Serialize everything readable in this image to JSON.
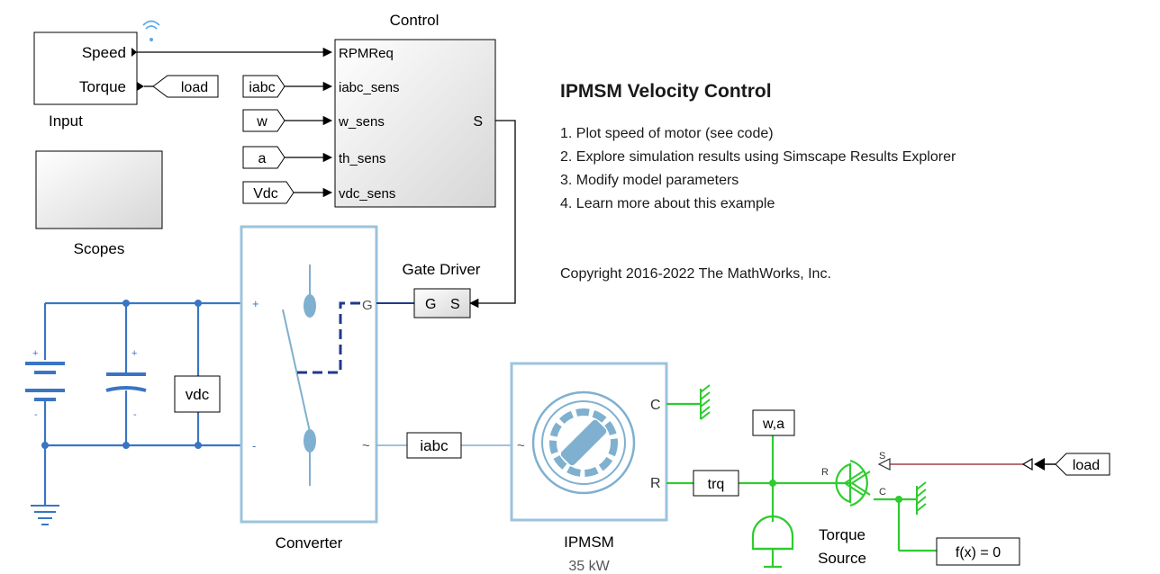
{
  "model": {
    "blocks": {
      "input": {
        "ports": [
          "Speed",
          "Torque"
        ],
        "label": "Input"
      },
      "control": {
        "title": "Control",
        "inports": [
          "RPMReq",
          "iabc_sens",
          "w_sens",
          "th_sens",
          "vdc_sens"
        ],
        "outport": "S"
      },
      "scopes": {
        "label": "Scopes"
      },
      "converter": {
        "label": "Converter",
        "port_g": "G",
        "port_ac": "~"
      },
      "gate_driver": {
        "label": "Gate Driver",
        "port_g": "G",
        "port_s": "S"
      },
      "ipmsm": {
        "label": "IPMSM",
        "rating": "35 kW",
        "port_c": "C",
        "port_r": "R",
        "port_ac": "~"
      },
      "torque_source": {
        "label_line1": "Torque",
        "label_line2": "Source",
        "port_s": "S",
        "port_c": "C",
        "port_r": "R"
      },
      "solver": {
        "label": "f(x) = 0"
      },
      "battery": {
        "plus": "+",
        "minus": "-"
      },
      "capacitor": {
        "plus": "+",
        "minus": "-"
      },
      "converter_dc": {
        "plus": "+",
        "minus": "-"
      }
    },
    "tags": {
      "goto_load": "load",
      "from_iabc": "iabc",
      "from_w": "w",
      "from_a": "a",
      "from_vdc": "Vdc",
      "from_load": "load",
      "sensor_vdc": "vdc",
      "sensor_iabc": "iabc",
      "sensor_wa": "w,a",
      "sensor_trq": "trq"
    },
    "colors": {
      "physical_electrical": "#3a75c4",
      "physical_mechanical": "#2ecc2e",
      "signal": "#000000",
      "physical_signal": "#a0404a",
      "block_fill_gradient_start": "#ffffff",
      "block_fill_gradient_end": "#d8d8d8",
      "converter_border": "#9cc3dc"
    }
  },
  "notes": {
    "title": "IPMSM Velocity Control",
    "items": [
      "1. Plot speed of motor (see code)",
      "2. Explore simulation results using Simscape Results Explorer",
      "3. Modify model parameters",
      "4. Learn more about this example"
    ],
    "copyright": "Copyright 2016-2022 The MathWorks, Inc."
  }
}
